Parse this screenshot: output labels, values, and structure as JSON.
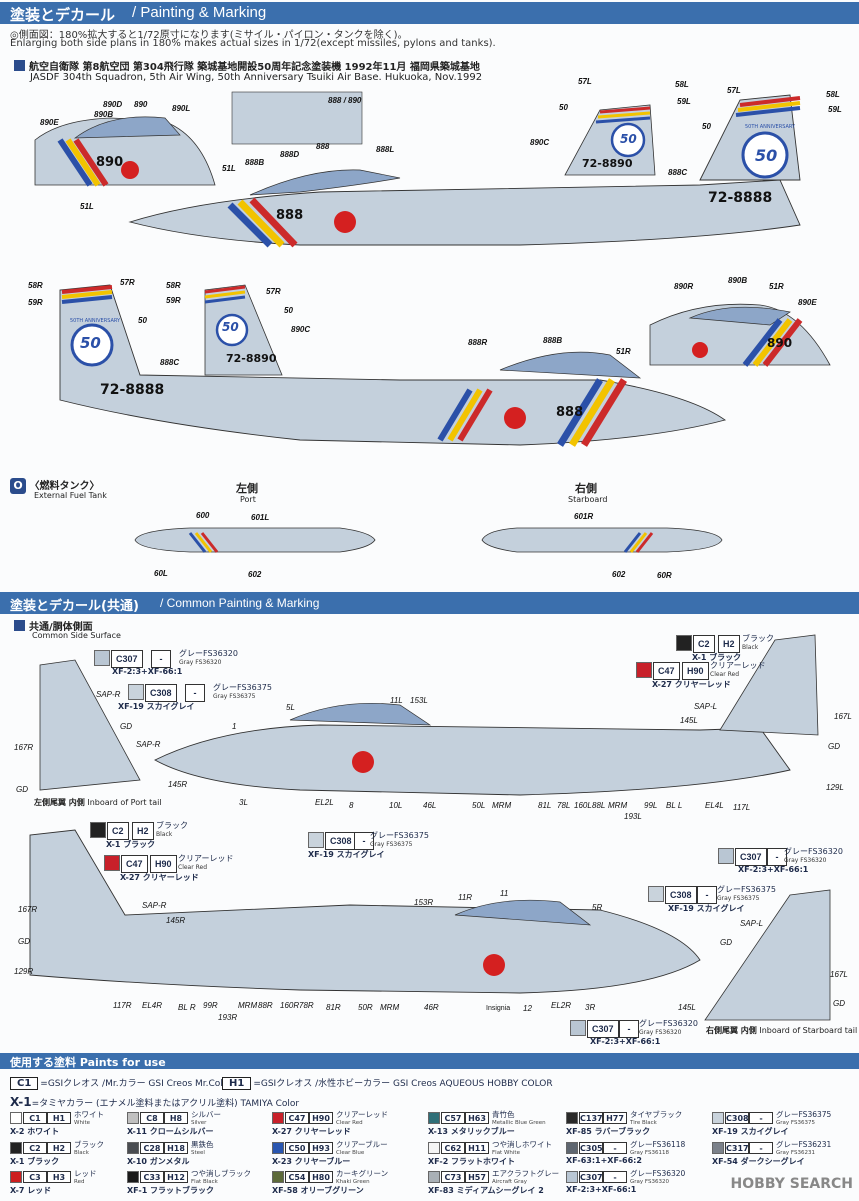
{
  "section1": {
    "title_jp": "塗装とデカール",
    "title_en": "Painting & Marking",
    "note_jp": "◎側面図：180%拡大すると1/72原寸になります(ミサイル・パイロン・タンクを除く)。",
    "note_en": "Enlarging both side plans in 180% makes actual sizes in 1/72(except missiles, pylons and tanks).",
    "unit_jp": "航空自衛隊 第8航空団 第304飛行隊 築城基地開設50周年記念塗装機 1992年11月 福岡県築城基地",
    "unit_en": "JASDF 304th Squadron, 5th Air Wing, 50th Anniversary Tsuiki Air Base. Hukuoka, Nov.1992",
    "tail_number": "72-8888",
    "tail_number_small": "72-8890",
    "nose_number": "888",
    "nose_number_small": "890",
    "tail_badge": "50",
    "tail_badge_text": "50TH ANNIVERSARY",
    "callouts_top": [
      "890D",
      "890",
      "890L",
      "890B",
      "890E",
      "888",
      "890",
      "51L",
      "888D",
      "888B",
      "888",
      "72-8888",
      "888L",
      "57L",
      "58L",
      "59L",
      "50",
      "890C",
      "57L",
      "58L",
      "59L",
      "50",
      "888C",
      "51L"
    ],
    "callouts_bottom": [
      "58R",
      "57R",
      "59R",
      "58R",
      "57R",
      "59R",
      "50",
      "50",
      "890C",
      "888C",
      "888R",
      "888B",
      "51R",
      "890R",
      "890B",
      "51R",
      "890E"
    ],
    "tank": {
      "label_marker": "O",
      "title_jp": "〈燃料タンク〉",
      "title_en": "External Fuel Tank",
      "port_jp": "左側",
      "port_en": "Port",
      "starboard_jp": "右側",
      "starboard_en": "Starboard",
      "port_callouts": [
        "600",
        "601L",
        "60L",
        "602"
      ],
      "starboard_callouts": [
        "601R",
        "602",
        "60R"
      ]
    }
  },
  "section2": {
    "title_jp": "塗装とデカール(共通)",
    "title_en": "Common Painting & Marking",
    "sub_jp": "共通/胴体側面",
    "sub_en": "Common Side Surface",
    "port_tail_jp": "左側尾翼 内側",
    "port_tail_en": "Inboard of Port tail",
    "stbd_tail_jp": "右側尾翼 内側",
    "stbd_tail_en": "Inboard of Starboard tail",
    "callouts_upper": [
      "SAP-R",
      "GD",
      "SAP-R",
      "167R",
      "GD",
      "145R",
      "1",
      "5L",
      "11L",
      "153L",
      "3L",
      "EL2L",
      "8",
      "10L",
      "46L",
      "50L",
      "MRM",
      "81L",
      "78L",
      "160L",
      "88L",
      "MRM",
      "193L",
      "99L",
      "BL L",
      "EL4L",
      "117L",
      "SAP-L",
      "145L",
      "167L",
      "GD",
      "129L"
    ],
    "callouts_lower": [
      "SAP-R",
      "145R",
      "167R",
      "GD",
      "129R",
      "153R",
      "11R",
      "11",
      "5R",
      "117R",
      "EL4R",
      "BL R",
      "99R",
      "193R",
      "MRM",
      "88R",
      "160R",
      "78R",
      "81R",
      "50R",
      "MRM",
      "46R",
      "Insignia",
      "12",
      "EL2R",
      "3R",
      "SAP-L",
      "167L",
      "GD",
      "145L",
      "GD"
    ]
  },
  "paint_tags": {
    "c307_a": {
      "code": "C307",
      "code2": "-",
      "jp": "グレーFS36320",
      "en": "Gray FS36320",
      "xf": "XF-2:3+XF-66:1",
      "color": "#b9c6d3"
    },
    "c308_a": {
      "code": "C308",
      "code2": "-",
      "jp": "グレーFS36375",
      "en": "Gray FS36375",
      "xf": "XF-19 スカイグレイ",
      "color": "#c9d3dc"
    },
    "c2_a": {
      "code": "C2",
      "code2": "H2",
      "jp": "ブラック",
      "en": "Black",
      "xf": "X-1 ブラック",
      "color": "#222222"
    },
    "c47_a": {
      "code": "C47",
      "code2": "H90",
      "jp": "クリアーレッド",
      "en": "Clear Red",
      "xf": "X-27 クリヤーレッド",
      "color": "#c8202a"
    },
    "c308_b": {
      "code": "C308",
      "code2": "-",
      "jp": "グレーFS36375",
      "en": "Gray FS36375",
      "xf": "XF-19 スカイグレイ",
      "color": "#c9d3dc"
    },
    "c2_b": {
      "code": "C2",
      "code2": "H2",
      "jp": "ブラック",
      "en": "Black",
      "xf": "X-1 ブラック",
      "color": "#222222"
    },
    "c47_b": {
      "code": "C47",
      "code2": "H90",
      "jp": "クリアーレッド",
      "en": "Clear Red",
      "xf": "X-27 クリヤーレッド",
      "color": "#c8202a"
    },
    "c307_b": {
      "code": "C307",
      "code2": "-",
      "jp": "グレーFS36320",
      "en": "Gray FS36320",
      "xf": "XF-2:3+XF-66:1",
      "color": "#b9c6d3"
    },
    "c308_c": {
      "code": "C308",
      "code2": "-",
      "jp": "グレーFS36375",
      "en": "Gray FS36375",
      "xf": "XF-19 スカイグレイ",
      "color": "#c9d3dc"
    },
    "c307_c": {
      "code": "C307",
      "code2": "-",
      "jp": "グレーFS36320",
      "en": "Gray FS36320",
      "xf": "XF-2:3+XF-66:1",
      "color": "#b9c6d3"
    }
  },
  "legend": {
    "title": "使用する塗料 Paints for use",
    "c1_box": "C1",
    "c1_text": "=GSIクレオス /Mr.カラー GSI Creos Mr.Color",
    "h1_box": "H1",
    "h1_text": "=GSIクレオス /水性ホビーカラー GSI Creos AQUEOUS HOBBY COLOR",
    "x1_box": "X-1",
    "x1_text": "=タミヤカラー (エナメル塗料またはアクリル塗料) TAMIYA Color",
    "paints": [
      {
        "c1": "C1",
        "c2": "H1",
        "jp": "ホワイト",
        "en": "White",
        "t": "X-2 ホワイト",
        "color": "#ffffff"
      },
      {
        "c1": "C8",
        "c2": "H8",
        "jp": "シルバー",
        "en": "Silver",
        "t": "X-11 クロームシルバー",
        "color": "#c0c0c0"
      },
      {
        "c1": "C47",
        "c2": "H90",
        "jp": "クリアーレッド",
        "en": "Clear Red",
        "t": "X-27 クリヤーレッド",
        "color": "#c8202a"
      },
      {
        "c1": "C57",
        "c2": "H63",
        "jp": "青竹色",
        "en": "Metallic Blue Green",
        "t": "X-13 メタリックブルー",
        "color": "#2f6f78"
      },
      {
        "c1": "C137",
        "c2": "H77",
        "jp": "タイヤブラック",
        "en": "Tire Black",
        "t": "XF-85 ラバーブラック",
        "color": "#2a2a2a"
      },
      {
        "c1": "C308",
        "c2": "-",
        "jp": "グレーFS36375",
        "en": "Gray FS36375",
        "t": "XF-19 スカイグレイ",
        "color": "#c9d3dc"
      },
      {
        "c1": "C2",
        "c2": "H2",
        "jp": "ブラック",
        "en": "Black",
        "t": "X-1 ブラック",
        "color": "#222222"
      },
      {
        "c1": "C28",
        "c2": "H18",
        "jp": "黒鉄色",
        "en": "Steel",
        "t": "X-10 ガンメタル",
        "color": "#4a4d52"
      },
      {
        "c1": "C50",
        "c2": "H93",
        "jp": "クリアーブルー",
        "en": "Clear Blue",
        "t": "X-23 クリヤーブルー",
        "color": "#2a56b0"
      },
      {
        "c1": "C62",
        "c2": "H11",
        "jp": "つや消しホワイト",
        "en": "Flat White",
        "t": "XF-2 フラットホワイト",
        "color": "#f5f5f5"
      },
      {
        "c1": "C305",
        "c2": "-",
        "jp": "グレーFS36118",
        "en": "Gray FS36118",
        "t": "XF-63:1+XF-66:2",
        "color": "#5e6670"
      },
      {
        "c1": "C317",
        "c2": "-",
        "jp": "グレーFS36231",
        "en": "Gray FS36231",
        "t": "XF-54 ダークシーグレイ",
        "color": "#7b818a"
      },
      {
        "c1": "C3",
        "c2": "H3",
        "jp": "レッド",
        "en": "Red",
        "t": "X-7 レッド",
        "color": "#cc1f1f"
      },
      {
        "c1": "C33",
        "c2": "H12",
        "jp": "つや消しブラック",
        "en": "Flat Black",
        "t": "XF-1 フラットブラック",
        "color": "#1a1a1a"
      },
      {
        "c1": "C54",
        "c2": "H80",
        "jp": "カーキグリーン",
        "en": "Khaki Green",
        "t": "XF-58 オリーブグリーン",
        "color": "#5d6a3a"
      },
      {
        "c1": "C73",
        "c2": "H57",
        "jp": "エアクラフトグレー",
        "en": "Aircraft Gray",
        "t": "XF-83 ミディアムシーグレイ 2",
        "color": "#a9b0b6"
      },
      {
        "c1": "C307",
        "c2": "-",
        "jp": "グレーFS36320",
        "en": "Gray FS36320",
        "t": "XF-2:3+XF-66:1",
        "color": "#b9c6d3"
      }
    ]
  },
  "watermark": "HOBBY SEARCH",
  "colors": {
    "header": "#3b6fad",
    "fuselage": "#c4d0dc",
    "canopy": "#8da6c8",
    "stripe_blue": "#2b50a8",
    "stripe_yellow": "#f2c300",
    "stripe_red": "#cc2a2a",
    "hinomaru": "#d42020"
  }
}
